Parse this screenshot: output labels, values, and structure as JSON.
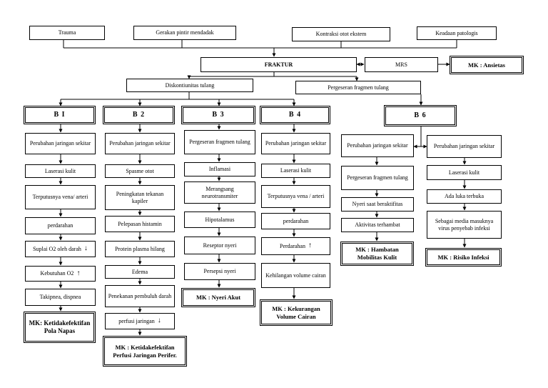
{
  "causes": [
    "Trauma",
    "Gerakan pintir  mendadak",
    "Kontraksi otot ekstem",
    "Keadaan patologis"
  ],
  "fraktur": "FRAKTUR",
  "mrs": "MRS",
  "mk_ansietas": "MK : Ansietas",
  "diskontinuitas": "Diskontiunitas tulang",
  "pergeseran": "Pergeseran fragmen tulang",
  "headers": [
    "B I",
    "B 2",
    "B 3",
    "B 4",
    "B 6"
  ],
  "b1": {
    "items": [
      "Perubahan jaringan sekitar",
      "Laserasi kulit",
      "Terputusnya vena/ arteri",
      "perdarahan",
      "Suplai O2 oleh darah",
      "Kebutuhan O2",
      "Takipnea, dispnea"
    ],
    "mk": "MK: Ketidakefektifan Pola Napas"
  },
  "b2": {
    "items": [
      "Perubahan jaringan sekitar",
      "Spasme otot",
      "Peningkatan tekanan kapiler",
      "Pelepasan histamin",
      "Protein plasma hilang",
      "Edema",
      "Penekanan pembuluh darah",
      "perfusi jaringan"
    ],
    "mk": "MK : Ketidakefektifan Perfusi Jaringan Perifer."
  },
  "b3": {
    "items": [
      "Pergeseran fragmen tulang",
      "Inflamasi",
      "Merangsang neurotransmiter",
      "Hipotalamus",
      "Reseptor nyeri",
      "Persepsi nyeri"
    ],
    "mk": "MK : Nyeri Akut"
  },
  "b4": {
    "items": [
      "Perubahan jaringan sekitar",
      "Laserasi kulit",
      "Terputusnya vena / arteri",
      "perdarahan",
      "Perdarahan",
      "Kehilangan volume cairan"
    ],
    "mk": "MK : Kekurangan Volume Cairan"
  },
  "b6_left": {
    "items": [
      "Perubahan jaringan sekitar",
      "Pergeseran fragmen tulang",
      "Nyeri saat beraktifitas",
      "Aktivitas terhambat"
    ],
    "mk": "MK : Hambatan Mobilitas Kulit"
  },
  "b6_right": {
    "items": [
      "Perubahan jaringan sekitar",
      "Laserasi kulit",
      "Ada luka terbuka",
      "Sebagai media masuknya virus penyebab infeksi"
    ],
    "mk": "MK : Risiko Infeksi"
  },
  "indicators": {
    "down": "↓",
    "up": "↑"
  }
}
